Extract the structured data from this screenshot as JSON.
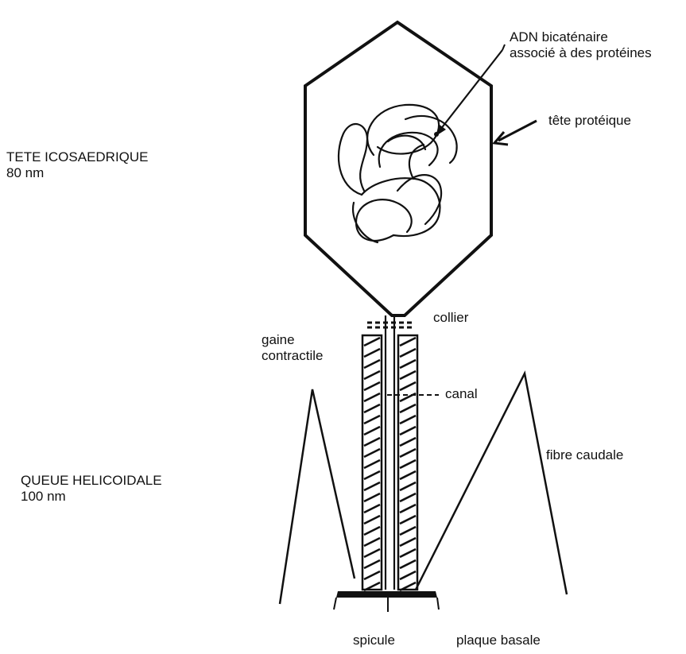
{
  "labels": {
    "tete": {
      "line1": "TETE ICOSAEDRIQUE",
      "line2": "80 nm"
    },
    "queue": {
      "line1": "QUEUE HELICOIDALE",
      "line2": "100 nm"
    },
    "adn": {
      "line1": "ADN bicaténaire",
      "line2": "associé à des protéines"
    },
    "tete_proteique": "tête protéique",
    "collier": "collier",
    "gaine": {
      "line1": "gaine",
      "line2": "contractile"
    },
    "canal": "canal",
    "fibre_caudale": "fibre caudale",
    "spicule": "spicule",
    "plaque_basale": "plaque basale"
  }
}
